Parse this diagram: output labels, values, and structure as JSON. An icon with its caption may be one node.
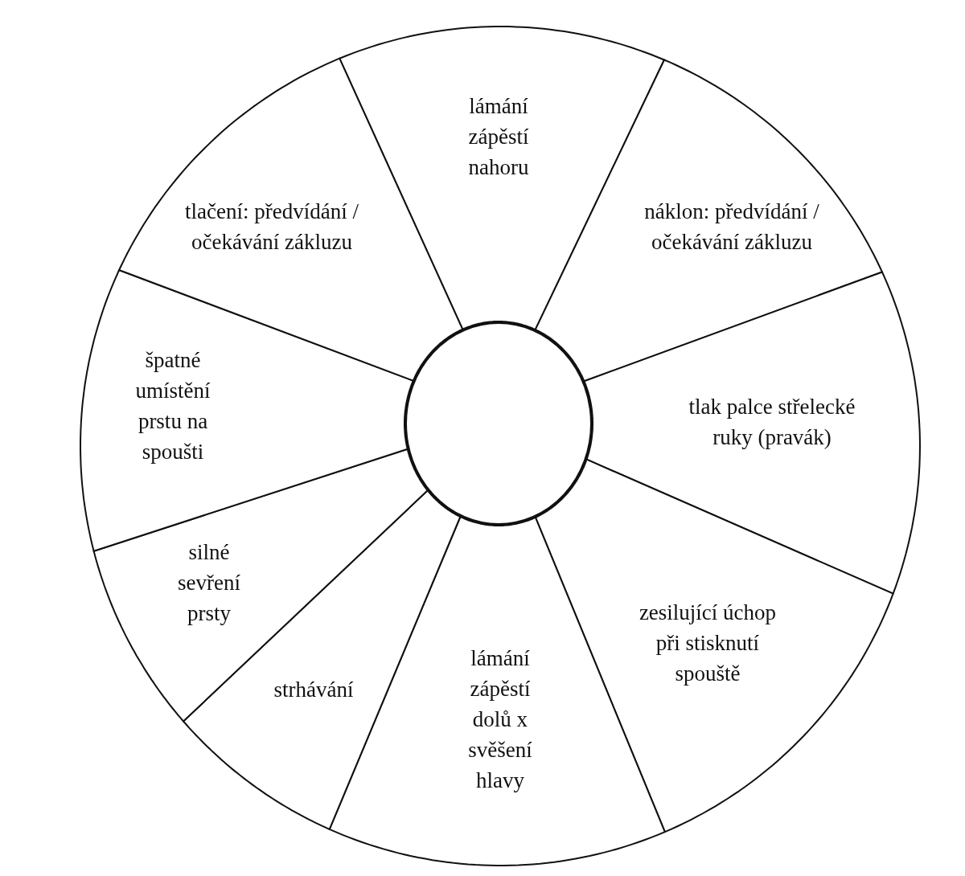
{
  "diagram": {
    "nodes": [
      {
        "text": [
          "lámání zápěstí nahoru"
        ]
      },
      {
        "text": [
          "náklon: předvídání / očekávání zákluzu"
        ]
      },
      {
        "text": [
          "tlak palce střelecké ruky (pravák)"
        ]
      },
      {
        "text": [
          "zesilující úchop při stisknutí spouště"
        ]
      },
      {
        "text": [
          "lámání zápěstí dolů x svěšení hlavy"
        ]
      },
      {
        "text": [
          "strhávání"
        ]
      },
      {
        "text": [
          "silné sevření prsty"
        ]
      },
      {
        "text": [
          "špatné umístění prstu na spoušti"
        ]
      },
      {
        "text": [
          "tlačení: předvídání / očekávání zákluzu"
        ]
      },
      {
        "text": [],
        "shape": "circle"
      }
    ]
  }
}
